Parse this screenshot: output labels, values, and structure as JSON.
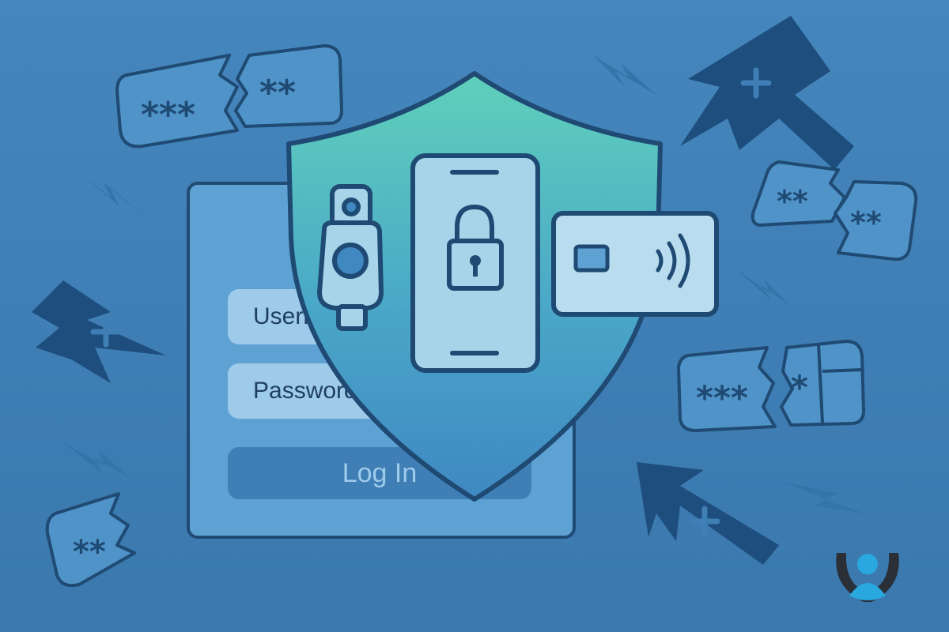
{
  "login": {
    "username_label": "Username",
    "password_label": "Password",
    "login_button": "Log In"
  },
  "tokens": {
    "t1a": "***",
    "t1b": "**",
    "t2a": "**",
    "t2b": "**",
    "t3a": "***",
    "t3b": "*",
    "t4": "**"
  },
  "colors": {
    "background": "#3f7fb6",
    "dark_navy": "#1f4a73",
    "shield_top": "#5cc9b8",
    "light_blue": "#9fcbea"
  },
  "icons": [
    "lightning-icon",
    "attack-arrow-icon",
    "broken-password-icon",
    "shield-icon",
    "security-key-icon",
    "smartphone-icon",
    "padlock-icon",
    "smart-card-icon",
    "contactless-icon",
    "user-logo-icon"
  ]
}
